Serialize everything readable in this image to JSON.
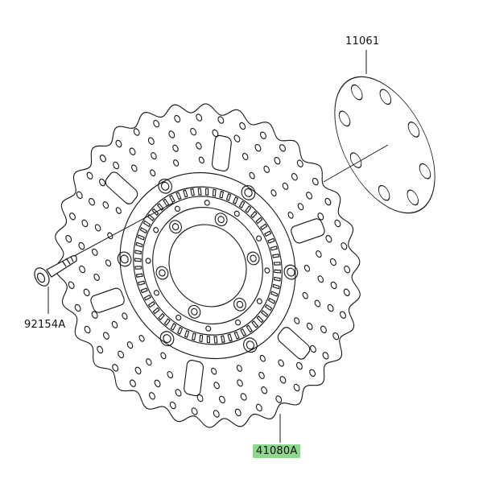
{
  "diagram": {
    "parts": [
      {
        "id": "11061",
        "label": "11061",
        "name": "gasket",
        "highlighted": false
      },
      {
        "id": "92154A",
        "label": "92154A",
        "name": "bolt",
        "highlighted": false
      },
      {
        "id": "41080A",
        "label": "41080A",
        "name": "brake-disc",
        "highlighted": true
      }
    ],
    "colors": {
      "line": "#1a1a1a",
      "highlight": "#8fd68f",
      "background": "#ffffff"
    }
  }
}
